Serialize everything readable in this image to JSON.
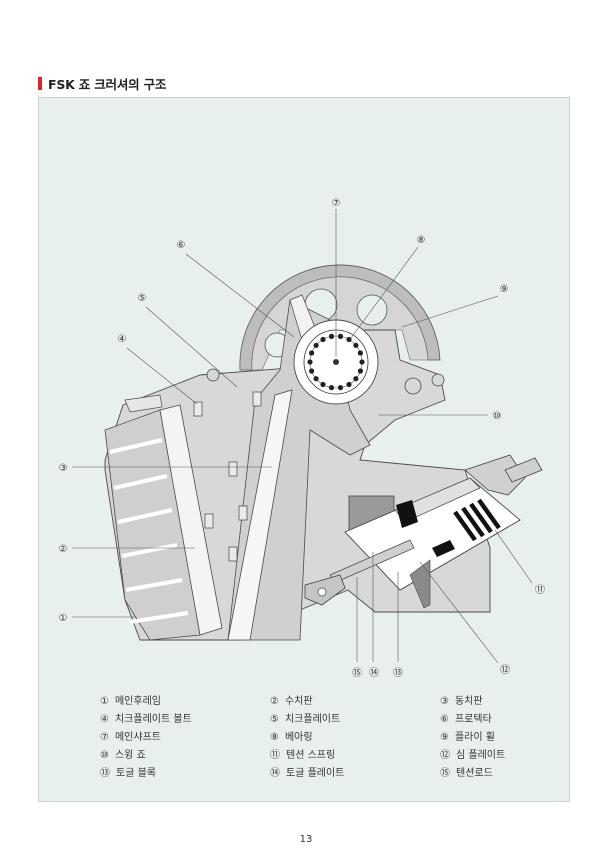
{
  "heading": {
    "accent_color": "#d8242a",
    "title": "FSK 죠 크러셔의 구조"
  },
  "figure": {
    "panel_color": "#e8f0ee",
    "callouts": [
      {
        "id": "1",
        "symbol": "①"
      },
      {
        "id": "2",
        "symbol": "②"
      },
      {
        "id": "3",
        "symbol": "③"
      },
      {
        "id": "4",
        "symbol": "④"
      },
      {
        "id": "5",
        "symbol": "⑤"
      },
      {
        "id": "6",
        "symbol": "⑥"
      },
      {
        "id": "7",
        "symbol": "⑦"
      },
      {
        "id": "8",
        "symbol": "⑧"
      },
      {
        "id": "9",
        "symbol": "⑨"
      },
      {
        "id": "10",
        "symbol": "⑩"
      },
      {
        "id": "11",
        "symbol": "⑪"
      },
      {
        "id": "12",
        "symbol": "⑫"
      },
      {
        "id": "13",
        "symbol": "⑬"
      },
      {
        "id": "14",
        "symbol": "⑭"
      },
      {
        "id": "15",
        "symbol": "⑮"
      }
    ]
  },
  "legend": [
    {
      "num": "①",
      "label": "메인후레임"
    },
    {
      "num": "②",
      "label": "수치판"
    },
    {
      "num": "③",
      "label": "동치판"
    },
    {
      "num": "④",
      "label": "치크플레이트 볼트"
    },
    {
      "num": "⑤",
      "label": "치크플레이트"
    },
    {
      "num": "⑥",
      "label": "프로텍타"
    },
    {
      "num": "⑦",
      "label": "메인샤프트"
    },
    {
      "num": "⑧",
      "label": "베아링"
    },
    {
      "num": "⑨",
      "label": "플라이 휠"
    },
    {
      "num": "⑩",
      "label": "스윙 죠"
    },
    {
      "num": "⑪",
      "label": "텐션 스프링"
    },
    {
      "num": "⑫",
      "label": "심 플레이트"
    },
    {
      "num": "⑬",
      "label": "토글 블록"
    },
    {
      "num": "⑭",
      "label": "토글 플레이트"
    },
    {
      "num": "⑮",
      "label": "텐션로드"
    }
  ],
  "page_number": "13"
}
